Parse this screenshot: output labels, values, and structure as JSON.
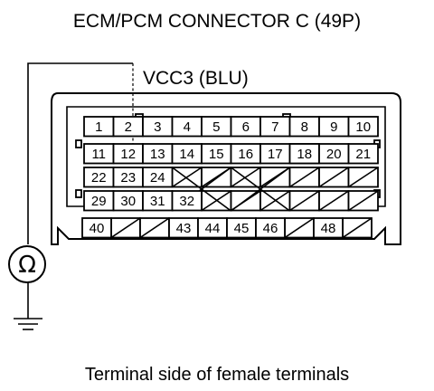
{
  "diagram": {
    "title": "ECM/PCM CONNECTOR C (49P)",
    "probe_label": "VCC3 (BLU)",
    "caption": "Terminal side of female terminals",
    "meter_symbol": "Ω",
    "probe_terminal": "12",
    "terminals": [
      {
        "label": "1"
      },
      {
        "label": "2"
      },
      {
        "label": "3"
      },
      {
        "label": "4"
      },
      {
        "label": "5"
      },
      {
        "label": "6"
      },
      {
        "label": "7"
      },
      {
        "label": "8"
      },
      {
        "label": "9"
      },
      {
        "label": "10"
      },
      {
        "label": "11"
      },
      {
        "label": "12"
      },
      {
        "label": "13"
      },
      {
        "label": "14"
      },
      {
        "label": "15"
      },
      {
        "label": "16"
      },
      {
        "label": "17"
      },
      {
        "label": "18"
      },
      {
        "label": "20"
      },
      {
        "label": "21"
      },
      {
        "label": "22"
      },
      {
        "label": "23"
      },
      {
        "label": "24"
      },
      {
        "label": "29"
      },
      {
        "label": "30"
      },
      {
        "label": "31"
      },
      {
        "label": "32"
      },
      {
        "label": "40"
      },
      {
        "label": "43"
      },
      {
        "label": "44"
      },
      {
        "label": "45"
      },
      {
        "label": "46"
      },
      {
        "label": "48"
      }
    ]
  }
}
